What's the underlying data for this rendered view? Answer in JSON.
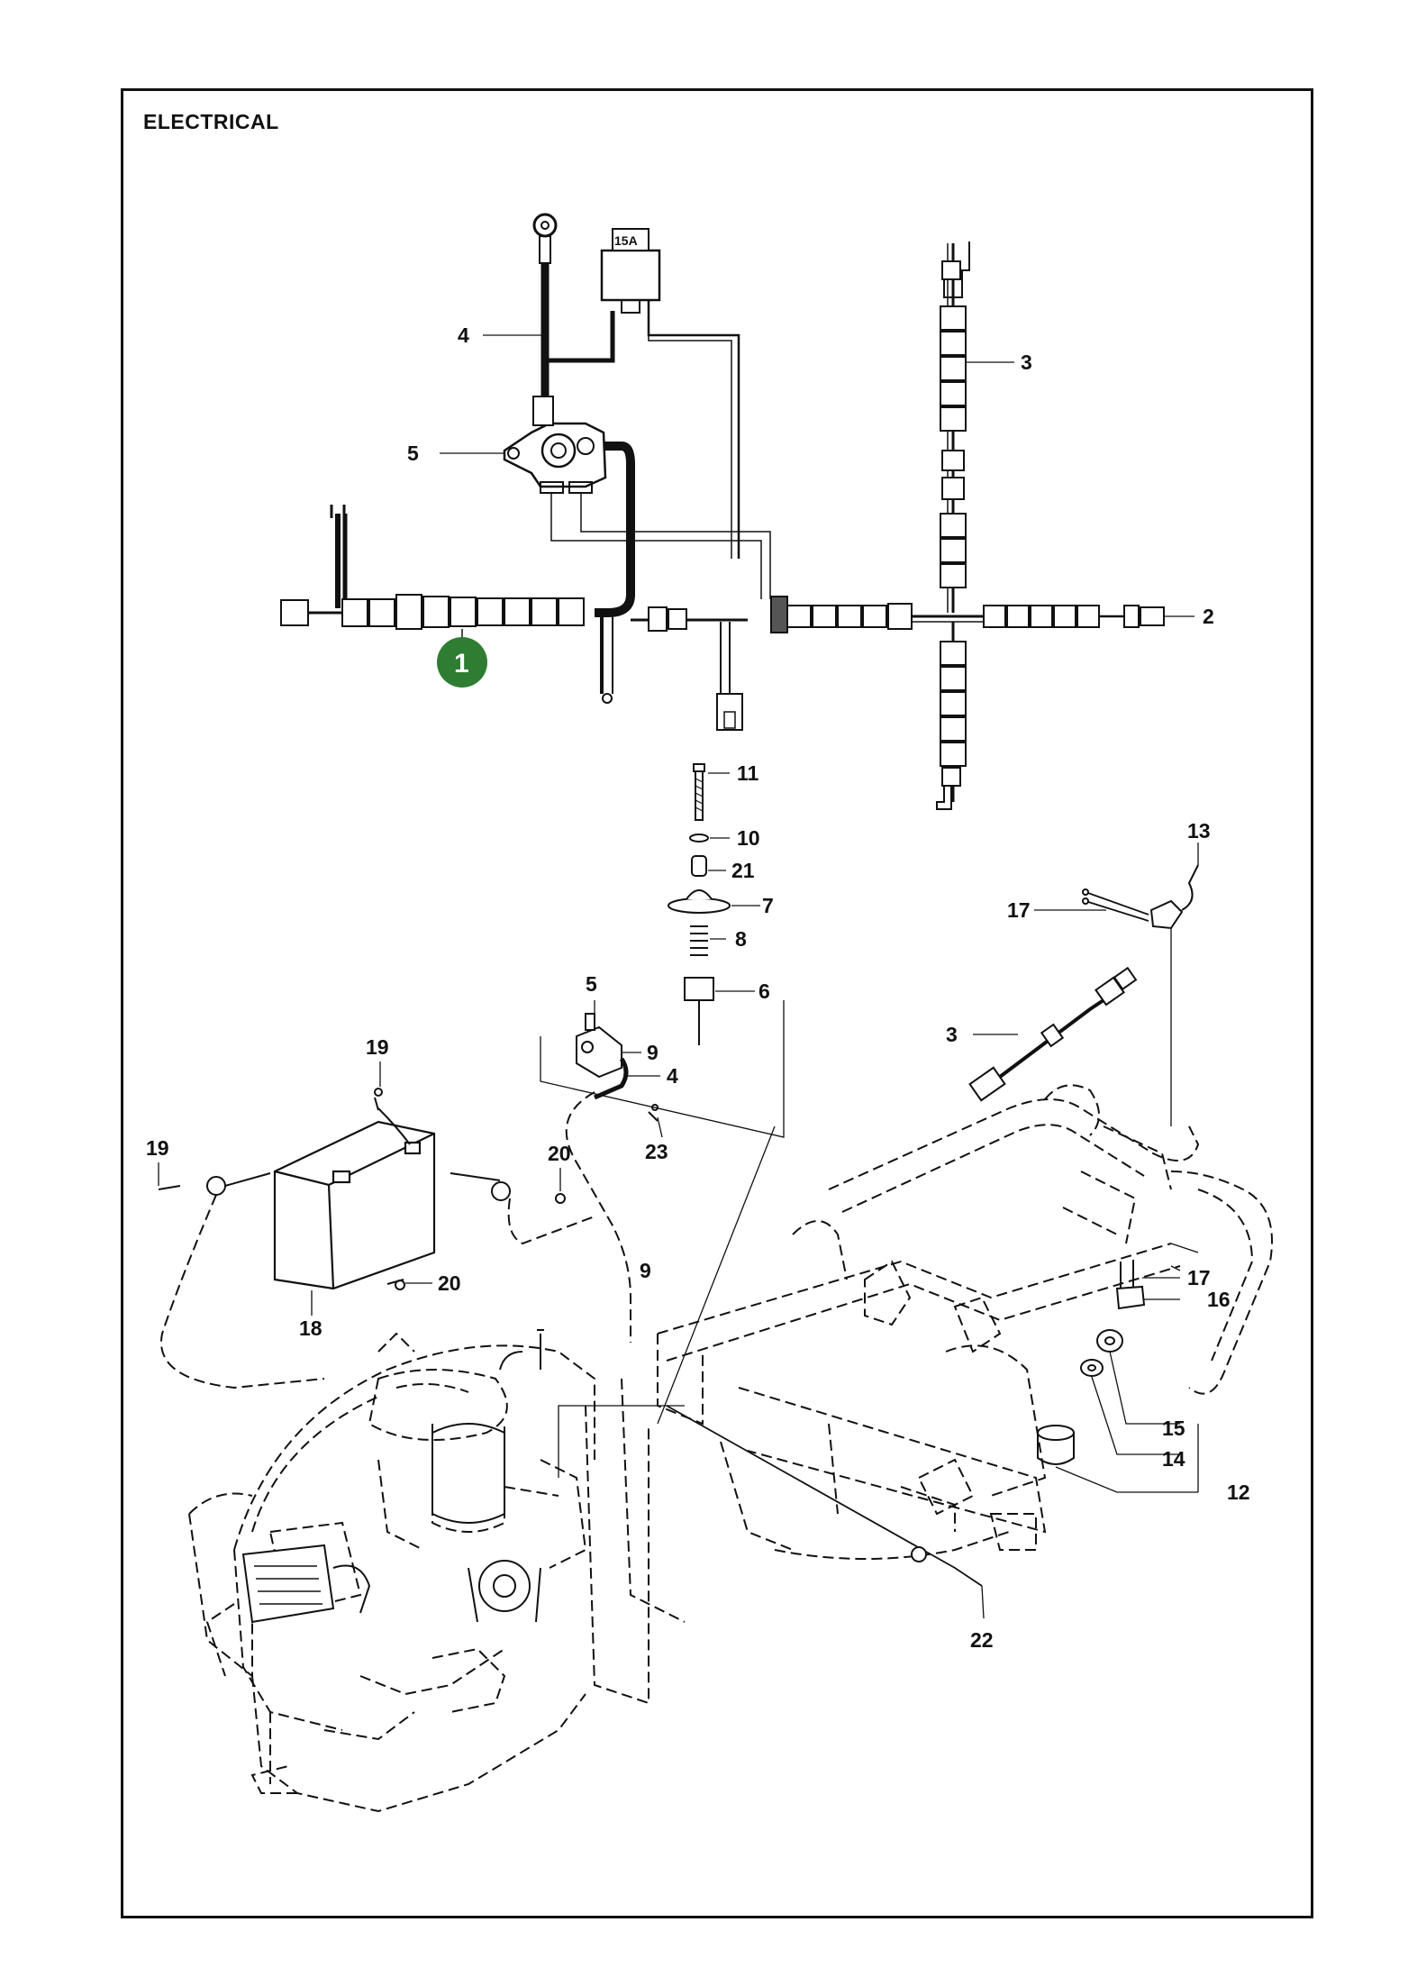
{
  "title": "ELECTRICAL",
  "colors": {
    "badge": "#2f7d32",
    "ink": "#111111"
  },
  "fuse_label": "15A",
  "assembly_badge": "1",
  "callouts": {
    "c2": "2",
    "c3a": "3",
    "c4a": "4",
    "c5a": "5",
    "c11": "11",
    "c10": "10",
    "c21": "21",
    "c7": "7",
    "c8": "8",
    "c6": "6",
    "c5b": "5",
    "c9a": "9",
    "c4b": "4",
    "c23": "23",
    "c19a": "19",
    "c19b": "19",
    "c20a": "20",
    "c20b": "20",
    "c18": "18",
    "c9b": "9",
    "c13": "13",
    "c17a": "17",
    "c3b": "3",
    "c17b": "17",
    "c16": "16",
    "c15": "15",
    "c14": "14",
    "c12": "12",
    "c22": "22"
  }
}
